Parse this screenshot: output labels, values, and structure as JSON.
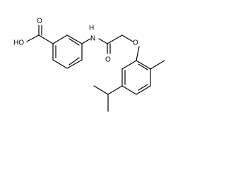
{
  "molecule": {
    "labels": {
      "carboxyl_oh": "HO",
      "carboxyl_o": "O",
      "amide_nh": "H",
      "amide_n": "N",
      "amide_o": "O",
      "ether_o": "O"
    },
    "colors": {
      "bond": "#000000",
      "text": "#000000",
      "background": "#ffffff"
    }
  }
}
